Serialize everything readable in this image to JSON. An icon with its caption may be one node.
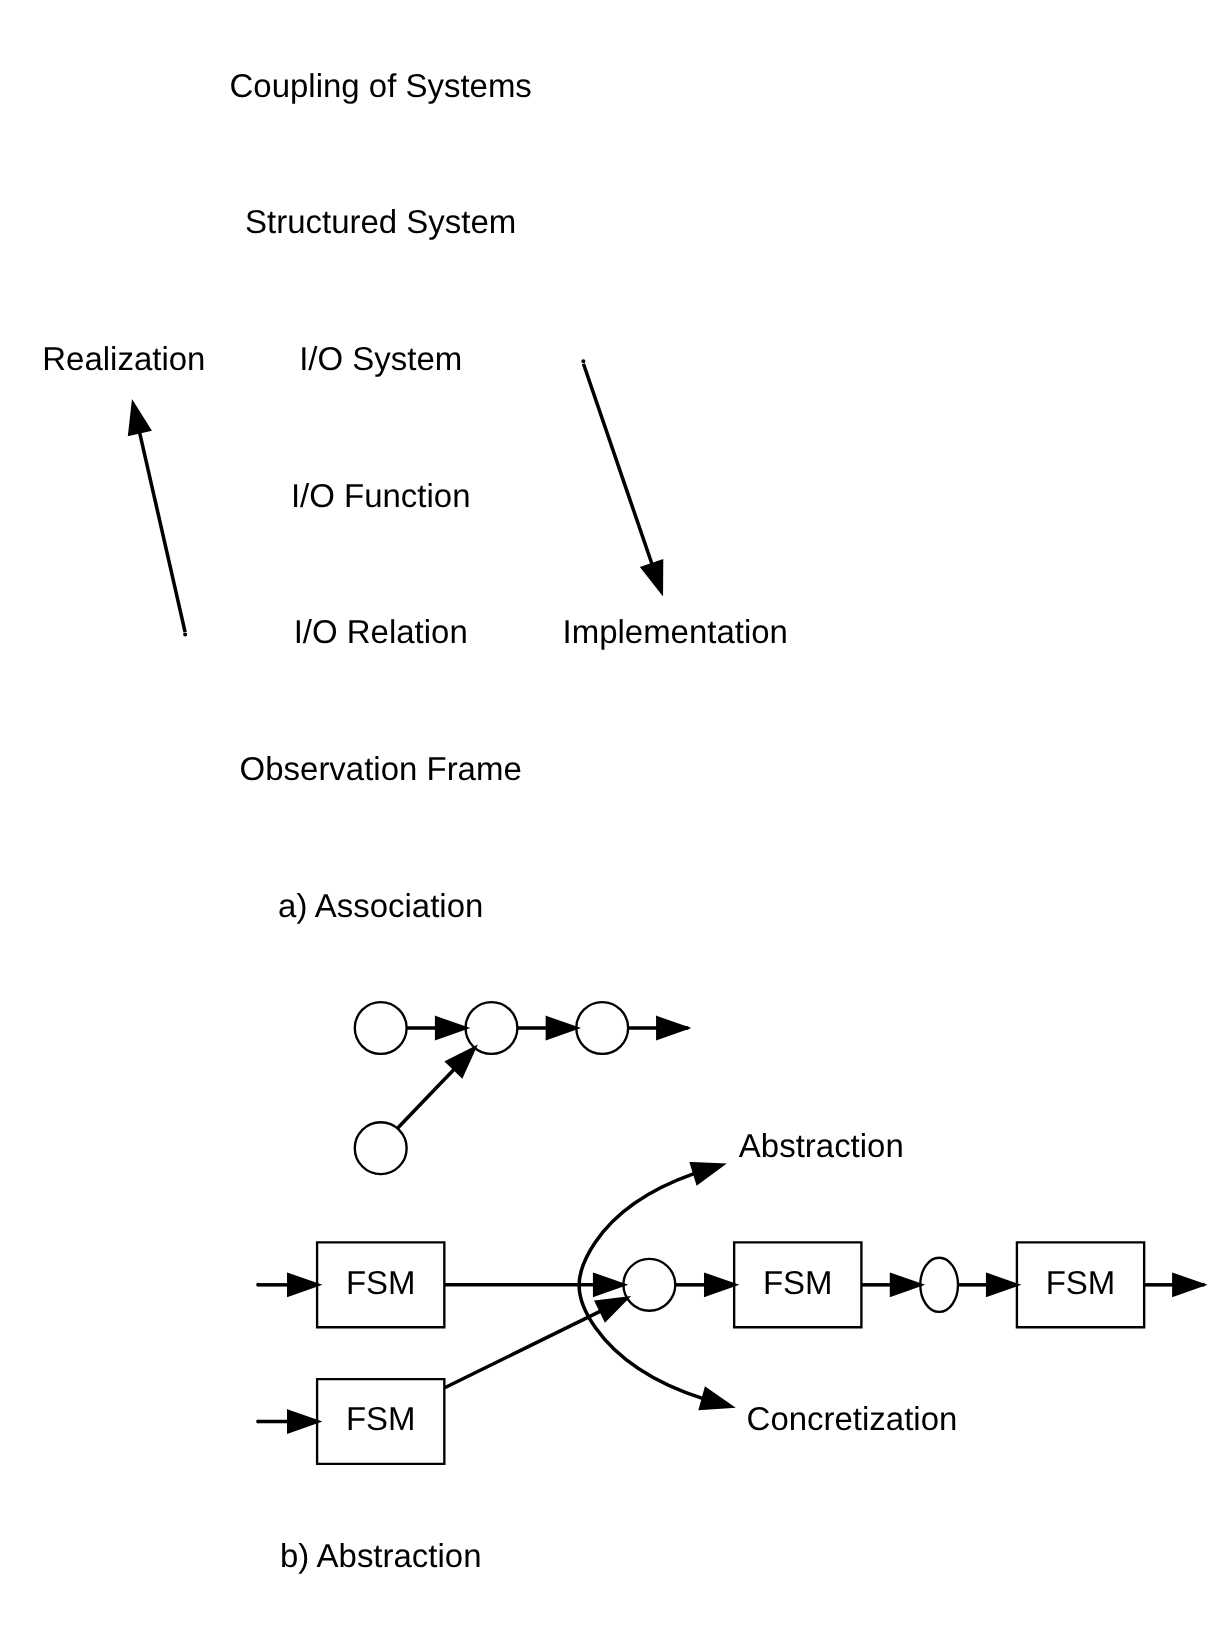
{
  "diagram": {
    "nodes": [
      {
        "text": [
          "Realization"
        ]
      },
      {
        "text": [
          "Implementation"
        ]
      },
      {
        "text": [],
        "shape": "circle"
      },
      {
        "text": [],
        "shape": "circle"
      },
      {
        "text": [],
        "shape": "circle"
      },
      {
        "text": [
          "Abstraction"
        ]
      },
      {
        "text": [],
        "shape": "circle"
      },
      {
        "text": [
          "FSM"
        ]
      },
      {
        "text": [],
        "shape": "circle"
      },
      {
        "text": [
          "FSM"
        ]
      },
      {
        "text": [],
        "shape": "circle"
      },
      {
        "text": [
          "FSM"
        ]
      },
      {
        "text": [
          "Concretization"
        ]
      },
      {
        "text": [
          "FSM"
        ]
      }
    ],
    "edges": [
      {
        "from": null,
        "to": 0,
        "arrow": "to"
      },
      {
        "from": null,
        "to": 1,
        "arrow": "to"
      },
      {
        "from": 2,
        "to": 3,
        "arrow": "to"
      },
      {
        "from": 6,
        "to": 3,
        "arrow": "to"
      },
      {
        "from": 3,
        "to": 4,
        "arrow": "to"
      },
      {
        "from": 4,
        "to": null,
        "arrow": "to"
      },
      {
        "from": 5,
        "to": 12,
        "arrow": "both"
      },
      {
        "from": null,
        "to": 7,
        "arrow": "to"
      },
      {
        "from": 7,
        "to": 8,
        "arrow": "to"
      },
      {
        "from": 13,
        "to": 8,
        "arrow": "to"
      },
      {
        "from": 8,
        "to": 9,
        "arrow": "to"
      },
      {
        "from": 9,
        "to": 10,
        "arrow": "to"
      },
      {
        "from": 10,
        "to": 11,
        "arrow": "to"
      },
      {
        "from": 11,
        "to": null,
        "arrow": "to"
      },
      {
        "from": null,
        "to": 13,
        "arrow": "to"
      }
    ],
    "labels": [
      "Coupling of Systems",
      "Structured System",
      "I/O System",
      "I/O Function",
      "I/O Relation",
      "Observation Frame",
      "a) Association",
      "b) Abstraction"
    ]
  }
}
